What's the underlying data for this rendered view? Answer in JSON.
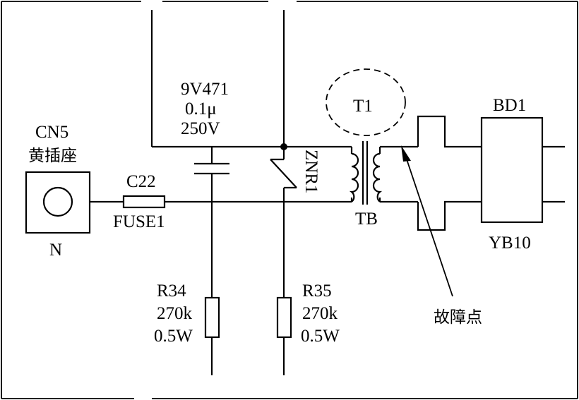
{
  "labels": {
    "cn5": "CN5",
    "cn5_desc": "黄插座",
    "n": "N",
    "c22": "C22",
    "fuse1": "FUSE1",
    "cap_name": "9V471",
    "cap_value": "0.1μ",
    "cap_voltage": "250V",
    "znr1": "ZNR1",
    "t1": "T1",
    "tb": "TB",
    "bd1": "BD1",
    "yb10": "YB10",
    "r34": "R34",
    "r34_value": "270k",
    "r34_power": "0.5W",
    "r35": "R35",
    "r35_value": "270k",
    "r35_power": "0.5W",
    "fault_point": "故障点"
  }
}
